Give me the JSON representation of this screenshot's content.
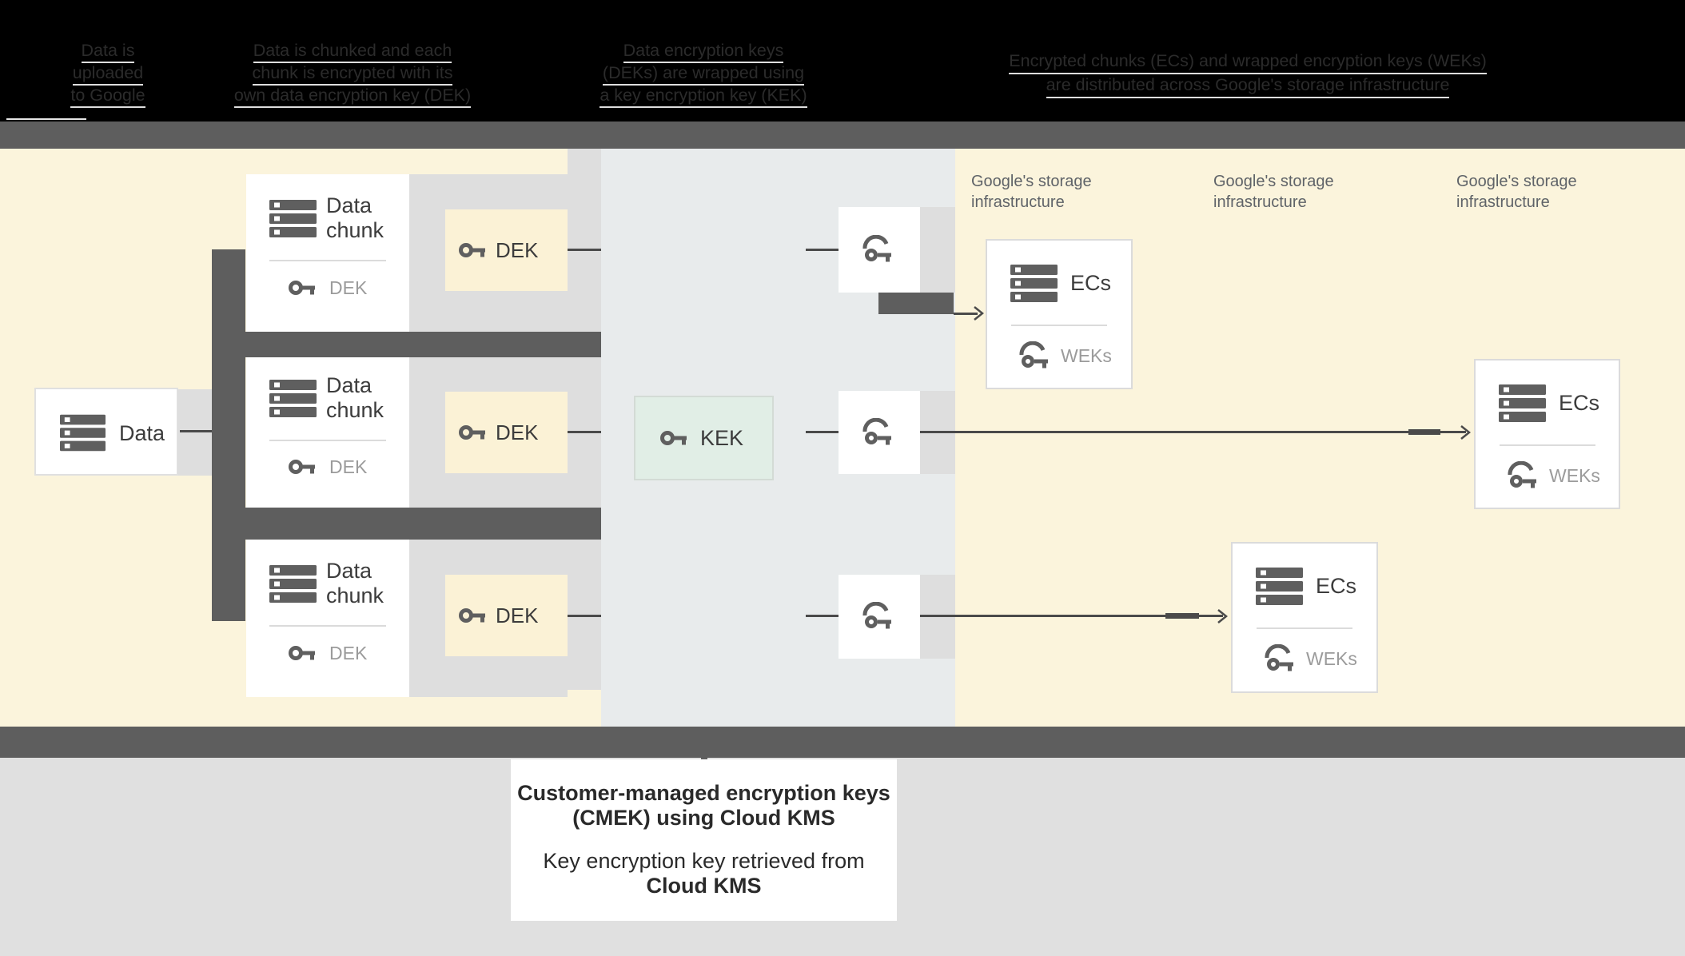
{
  "legend": {
    "columns": [
      {
        "lines": [
          "Data is",
          "uploaded",
          "to Google"
        ]
      },
      {
        "lines": [
          "Data is chunked and each",
          "chunk is encrypted with its",
          "own data encryption key (DEK)"
        ]
      },
      {
        "lines": [
          "Data encryption keys",
          "(DEKs) are wrapped using",
          "a key encryption key (KEK)"
        ]
      },
      {
        "lines": [
          "Encrypted chunks (ECs) and wrapped encryption keys (WEKs)",
          "are distributed across Google's storage infrastructure"
        ]
      }
    ]
  },
  "diagram": {
    "data_box": {
      "label": "Data"
    },
    "chunk_box": {
      "title": "Data chunk",
      "key_label": "DEK"
    },
    "dek_label": "DEK",
    "kek_label": "KEK",
    "storage_label": "Google's storage infrastructure",
    "ecs_box": {
      "title": "ECs",
      "key_label": "WEKs"
    }
  },
  "footer": {
    "heading_line1": "Customer-managed encryption keys",
    "heading_line2": "(CMEK) using Cloud KMS",
    "body_line1": "Key encryption key retrieved from",
    "body_line2": "Cloud KMS"
  },
  "icons": {
    "server": "stacked-data-bars",
    "key": "key",
    "wrapped_key": "key-with-wrap-arc",
    "arrow": "right-arrow-chevron"
  },
  "colors": {
    "header_bg": "#000000",
    "legend_text": "#2B2B2B",
    "legend_underline": "#DEDEDE",
    "dark_band": "#5E5E5E",
    "yellow_zone": "#FBF4DC",
    "blue_zone": "#E8EBEC",
    "gray_band": "#DEDEDE",
    "kek_fill": "#E1EEE6",
    "line": "#4A4A4A",
    "icon_gray": "#5F5F5F",
    "text_dark": "#3C3C3C",
    "text_gray": "#9B9B9B",
    "storage_label": "#5F6368",
    "footer_bg": "#E0E0E0"
  }
}
